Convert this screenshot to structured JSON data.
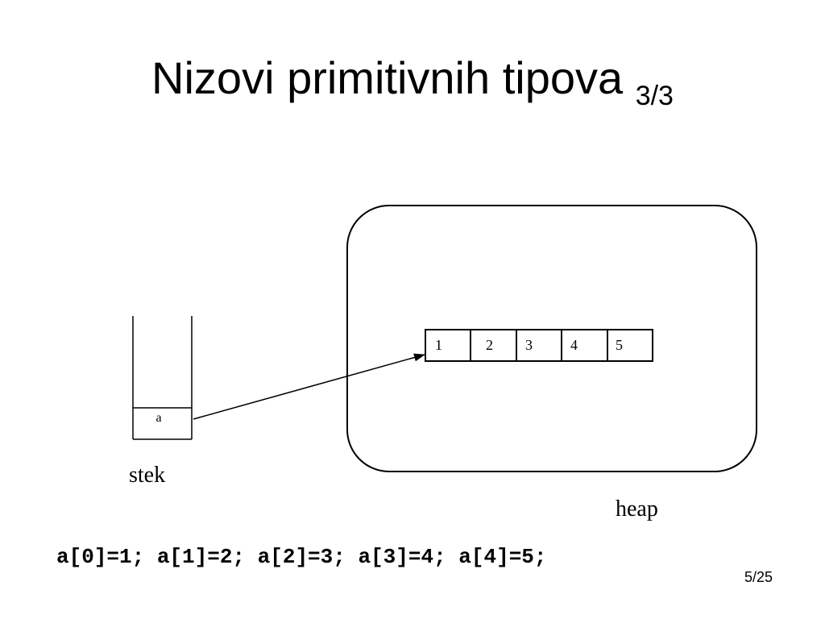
{
  "slide": {
    "title": "Nizovi primitivnih tipova",
    "title_suffix": "3/3",
    "page_number": "5/25"
  },
  "diagram": {
    "stack_label": "stek",
    "stack_cell": "a",
    "heap_label": "heap",
    "array_cells": [
      "1",
      "2",
      "3",
      "4",
      "5"
    ]
  },
  "code": "a[0]=1; a[1]=2; a[2]=3; a[3]=4; a[4]=5;"
}
